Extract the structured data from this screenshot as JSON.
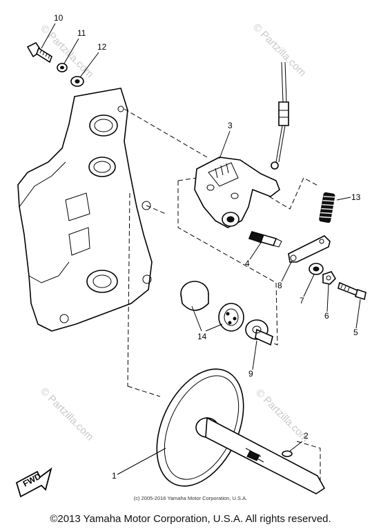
{
  "callouts": [
    "10",
    "11",
    "12",
    "3",
    "13",
    "4",
    "8",
    "7",
    "6",
    "5",
    "14",
    "9",
    "2",
    "1"
  ],
  "watermark_text": "© Partzilla.com",
  "fwd_label": "FWD",
  "small_copyright": "(c) 2005-2016 Yamaha Motor Corporation, U.S.A.",
  "footer_copyright": "©2013 Yamaha Motor Corporation, U.S.A. All rights reserved."
}
